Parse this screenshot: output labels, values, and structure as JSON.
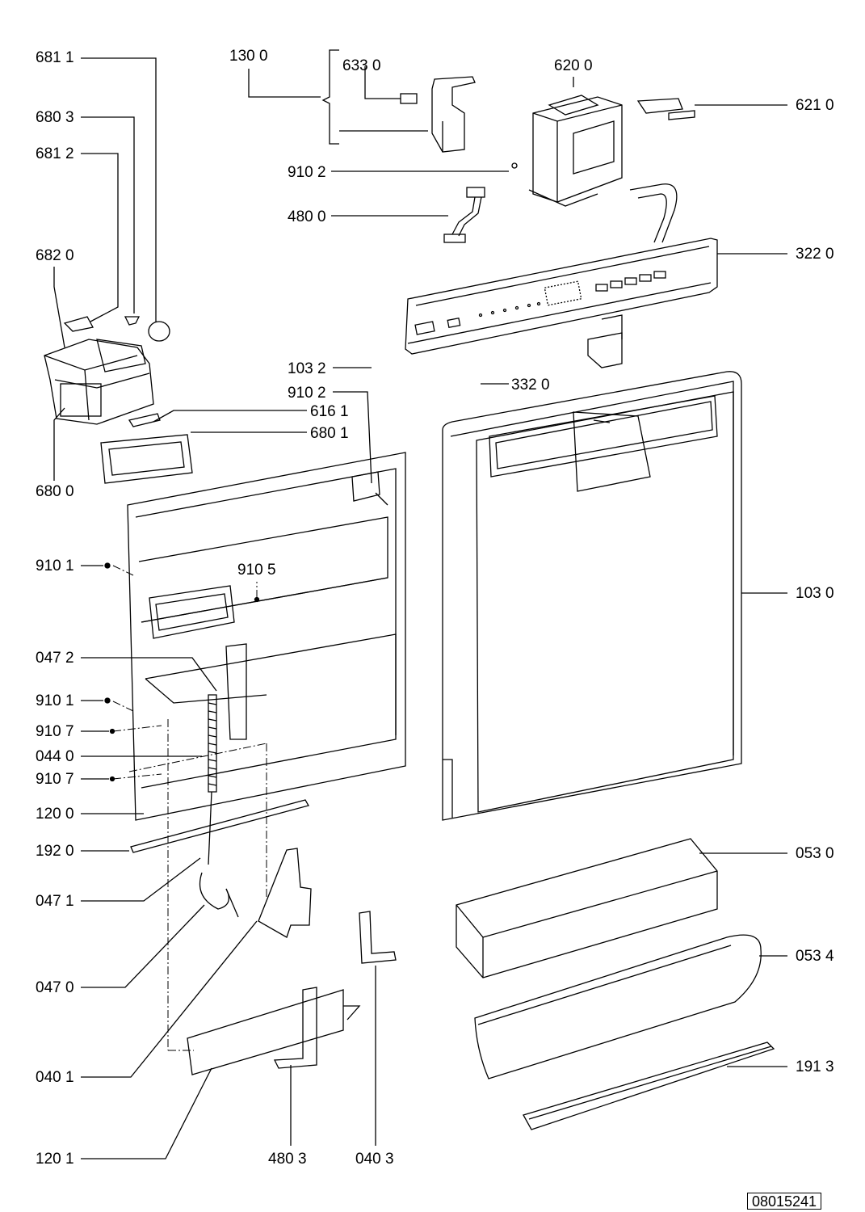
{
  "labels": {
    "p6811": "681 1",
    "p1300": "130 0",
    "p6330": "633 0",
    "p6200": "620 0",
    "p6210": "621 0",
    "p6803": "680 3",
    "p6812": "681 2",
    "p9102a": "910 2",
    "p4800": "480 0",
    "p6820": "682 0",
    "p3220": "322 0",
    "p1032": "103 2",
    "p3320": "332 0",
    "p9102b": "910 2",
    "p6161": "616 1",
    "p6801": "680 1",
    "p6800": "680 0",
    "p9101a": "910 1",
    "p9105": "910 5",
    "p1030": "103 0",
    "p0472": "047 2",
    "p9101b": "910 1",
    "p9107a": "910 7",
    "p0440": "044 0",
    "p9107b": "910 7",
    "p1200": "120 0",
    "p1920": "192 0",
    "p0530": "053 0",
    "p0471": "047 1",
    "p0534": "053 4",
    "p0470": "047 0",
    "p0401": "040 1",
    "p1913": "191 3",
    "p1201": "120 1",
    "p4803": "480 3",
    "p0403": "040 3"
  },
  "document_number": "08015241"
}
